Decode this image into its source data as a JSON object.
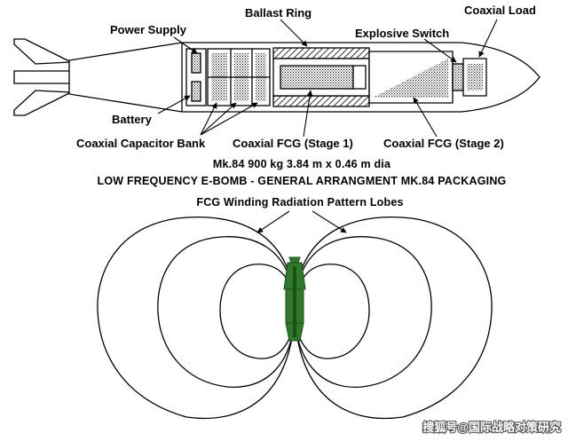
{
  "labels": {
    "ballast_ring": "Ballast Ring",
    "coaxial_load": "Coaxial Load",
    "power_supply": "Power Supply",
    "explosive_switch": "Explosive Switch",
    "battery": "Battery",
    "coaxial_capacitor_bank": "Coaxial Capacitor Bank",
    "coaxial_fcg_stage1": "Coaxial FCG (Stage 1)",
    "coaxial_fcg_stage2": "Coaxial FCG (Stage 2)"
  },
  "captions": {
    "spec": "Mk.84 900 kg 3.84 m x 0.46 m dia",
    "title": "LOW FREQUENCY E-BOMB - GENERAL ARRANGMENT MK.84 PACKAGING",
    "pattern": "FCG Winding Radiation Pattern Lobes"
  },
  "watermark": {
    "text": "搜狐号@国际战略对策研究"
  },
  "colors": {
    "line": "#000000",
    "bomb_green": "#2f7a2a",
    "bomb_dark": "#1e4f1b"
  }
}
